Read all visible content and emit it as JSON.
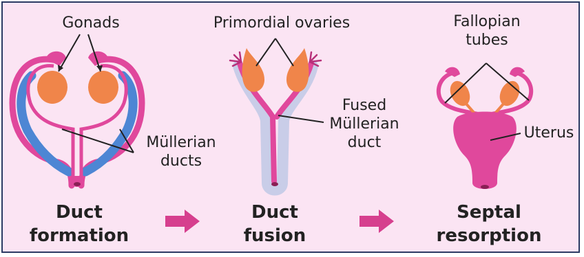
{
  "colors": {
    "background": "#fbe4f3",
    "border": "#2b3a63",
    "duct_pink": "#e0489c",
    "mullerian_blue": "#4d86d4",
    "gonad_orange": "#f0854a",
    "fused_shadow": "#c9cde8",
    "arrow": "#d63f8e",
    "text": "#222222"
  },
  "labels": {
    "gonads": "Gonads",
    "mullerian_ducts": [
      "Müllerian",
      "ducts"
    ],
    "primordial_ovaries": "Primordial ovaries",
    "fused_mullerian_duct": [
      "Fused",
      "Müllerian",
      "duct"
    ],
    "fallopian_tubes": [
      "Fallopian",
      "tubes"
    ],
    "uterus": "Uterus"
  },
  "stages": [
    {
      "title": [
        "Duct",
        "formation"
      ]
    },
    {
      "title": [
        "Duct",
        "fusion"
      ]
    },
    {
      "title": [
        "Septal",
        "resorption"
      ]
    }
  ],
  "icons": {
    "stage_arrow": "right-arrow-icon"
  }
}
